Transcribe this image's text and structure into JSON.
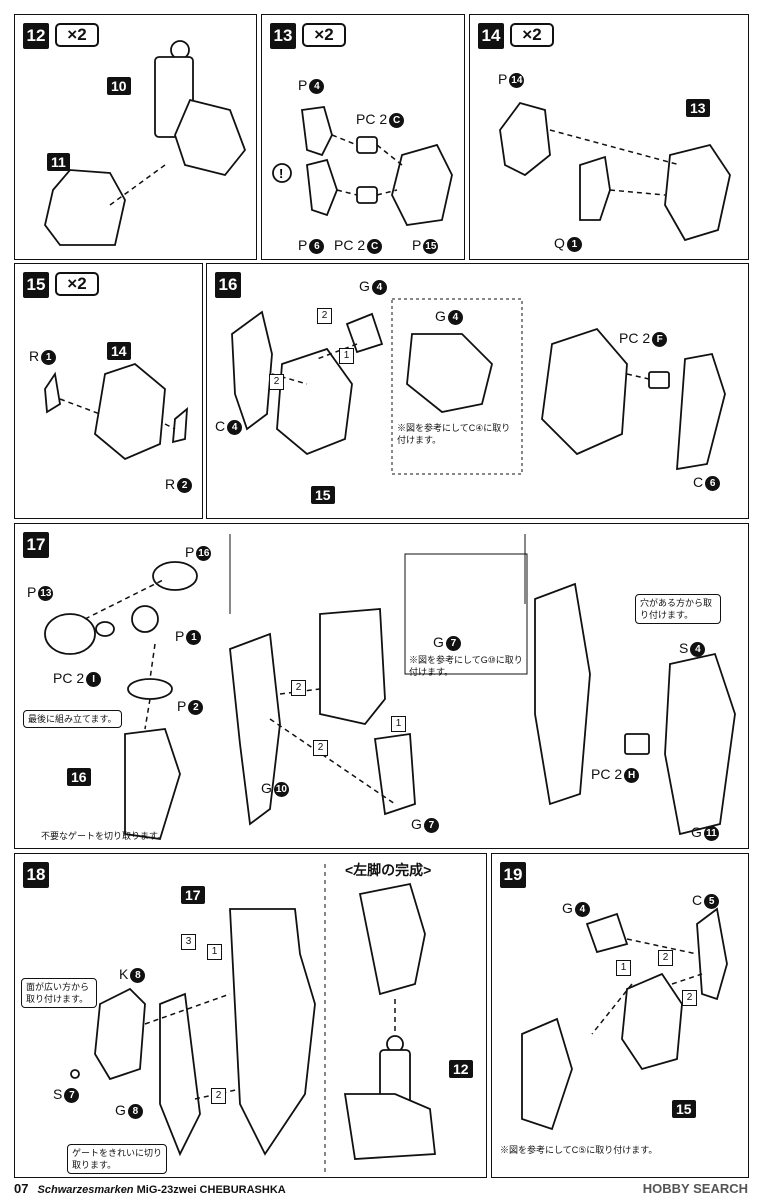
{
  "steps": {
    "s12": {
      "no": "12",
      "mult": "×2",
      "parts": [
        "10",
        "11"
      ]
    },
    "s13": {
      "no": "13",
      "mult": "×2",
      "labels": [
        "P",
        "PC 2",
        "P",
        "PC 2",
        "P"
      ],
      "ids": [
        "4",
        "C",
        "6",
        "C",
        "15"
      ]
    },
    "s14": {
      "no": "14",
      "mult": "×2",
      "labels": [
        "P",
        "Q"
      ],
      "ids": [
        "14",
        "1"
      ],
      "part": "13"
    },
    "s15": {
      "no": "15",
      "mult": "×2",
      "labels": [
        "R",
        "R"
      ],
      "ids": [
        "1",
        "2"
      ],
      "part": "14"
    },
    "s16": {
      "no": "16",
      "labels": [
        "G",
        "C",
        "G",
        "PC 2",
        "C"
      ],
      "ids": [
        "4",
        "4",
        "4",
        "F",
        "6"
      ],
      "part": "15",
      "seq": [
        "2",
        "1",
        "2"
      ],
      "note": "※図を参考にしてC④に取り付けます。"
    },
    "s17": {
      "no": "17",
      "labels": [
        "P",
        "P",
        "P",
        "PC 2",
        "P",
        "G",
        "G",
        "G",
        "S",
        "PC 2",
        "G"
      ],
      "ids": [
        "16",
        "13",
        "1",
        "I",
        "2",
        "7",
        "10",
        "7",
        "4",
        "H",
        "11"
      ],
      "part": "16",
      "seq": [
        "2",
        "1",
        "2"
      ],
      "note_last": "最後に組み立てます。",
      "note_gate": "不要なゲートを切り取ります。",
      "note_g10": "※図を参考にしてG⑩に取り付けます。",
      "note_hole": "穴がある方から取り付けます。"
    },
    "s18": {
      "no": "18",
      "labels": [
        "K",
        "S",
        "G"
      ],
      "ids": [
        "8",
        "7",
        "8"
      ],
      "part": "17",
      "seq": [
        "3",
        "1",
        "2"
      ],
      "note_wide": "面が広い方から取り付けます。",
      "note_gate": "ゲートをきれいに切り取ります。",
      "complete": "<左脚の完成>",
      "part_b": "12"
    },
    "s19": {
      "no": "19",
      "labels": [
        "G",
        "C"
      ],
      "ids": [
        "4",
        "5"
      ],
      "part": "15",
      "seq": [
        "2",
        "1",
        "2"
      ],
      "note": "※図を参考にしてC⑤に取り付けます。"
    }
  },
  "footer": {
    "page": "07",
    "series": "Schwarzesmarken",
    "model": "MiG-23zwei CHEBURASHKA"
  },
  "watermark": "HOBBY SEARCH"
}
